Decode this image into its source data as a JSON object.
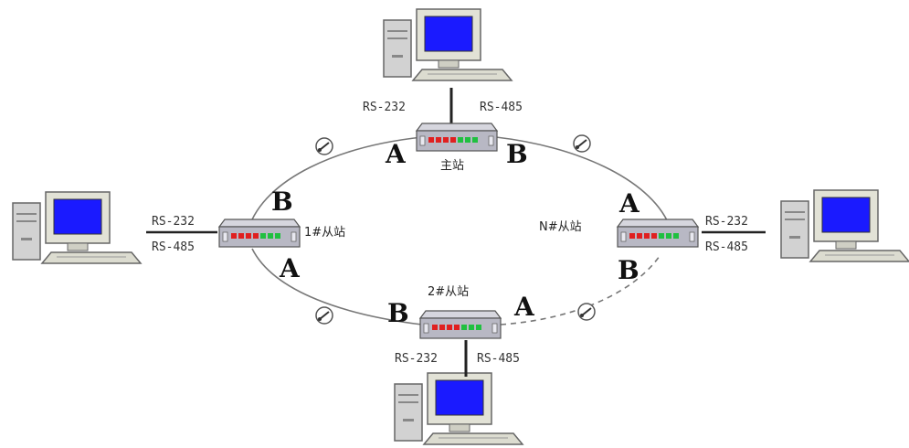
{
  "ring_ports": {
    "a": "A",
    "b": "B"
  },
  "stations": {
    "master": {
      "name": "主站",
      "left_port": "RS-232",
      "right_port": "RS-485"
    },
    "slave1": {
      "name": "1#从站",
      "top_port": "RS-232",
      "bottom_port": "RS-485"
    },
    "slave2": {
      "name": "2#从站",
      "left_port": "RS-232",
      "right_port": "RS-485"
    },
    "slaveN": {
      "name": "N#从站",
      "top_port": "RS-232",
      "bottom_port": "RS-485"
    }
  },
  "colors": {
    "ring_line": "#777777",
    "device_body": "#b8b8c0",
    "led_red": "#e02020",
    "led_green": "#20c040",
    "screen": "#1a1aff",
    "monitor": "#e0e0d0",
    "tower": "#cfcfcf"
  },
  "icons": [
    "computer-icon",
    "converter-device-icon",
    "connector-icon"
  ]
}
